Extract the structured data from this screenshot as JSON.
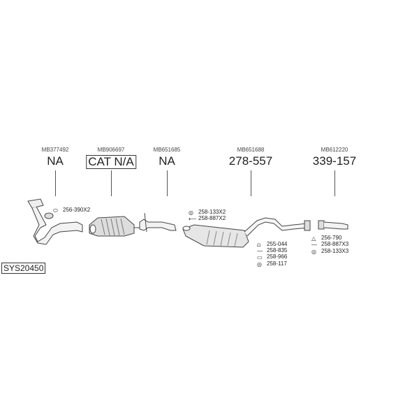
{
  "system_code": "SYS20450",
  "parts": [
    {
      "oe": "MB377492",
      "number": "NA"
    },
    {
      "oe": "MB906697",
      "number": "CAT N/A"
    },
    {
      "oe": "MB651685",
      "number": "NA"
    },
    {
      "oe": "MB651688",
      "number": "278-557"
    },
    {
      "oe": "MB612220",
      "number": "339-157"
    }
  ],
  "accessories": [
    {
      "icon": "gasket-icon",
      "label": "256-390X2"
    },
    {
      "icon": "nut-icon",
      "label": "258-133X2"
    },
    {
      "icon": "bolt-icon",
      "label": "258-887X2"
    },
    {
      "icon": "rubber-mount-icon",
      "label": "255-044"
    },
    {
      "icon": "bolt-icon",
      "label": "258-835"
    },
    {
      "icon": "sleeve-icon",
      "label": "258-966"
    },
    {
      "icon": "ring-icon",
      "label": "258-117"
    },
    {
      "icon": "gasket-icon",
      "label": "256-790"
    },
    {
      "icon": "bolt-icon",
      "label": "258-887X3"
    },
    {
      "icon": "nut-icon",
      "label": "258-133X3"
    }
  ]
}
